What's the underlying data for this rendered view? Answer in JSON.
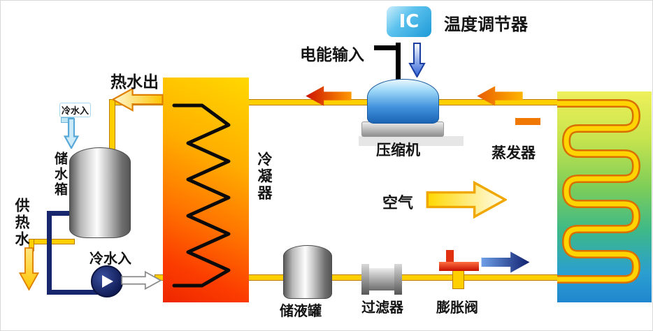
{
  "labels": {
    "ic": "IC",
    "temperature_controller": "温度调节器",
    "power_input": "电能输入",
    "compressor": "压缩机",
    "evaporator": "蒸发器",
    "condenser": "冷凝器",
    "air": "空气",
    "hot_water_out": "热水出",
    "cold_water_in_tank": "冷水入",
    "water_tank": "储水箱",
    "hot_water_supply": "供热水",
    "cold_water_in_pump": "冷水入",
    "liquid_receiver": "储液罐",
    "filter": "过滤器",
    "expansion_valve": "膨胀阀"
  },
  "colors": {
    "pipe": "#ffcf00",
    "pipe-border": "#bb7a00",
    "water": "#18266e",
    "ic": "#1e9ad6",
    "hot": "#dd1100",
    "warm": "#f07800",
    "cool": "#10206e"
  },
  "icons": {
    "hot_water_out_arrow": "hollow left arrow (yellow)",
    "hot_gas_arrow": "solid left arrow (red)",
    "vapor_arrow": "solid left arrow (orange)",
    "air_flow_arrow": "hollow right arrow (yellow)",
    "liquid_refrigerant_arrow": "solid right arrow (blue)",
    "pump_out_arrow": "hollow right arrow (white)",
    "hot_water_supply_arrow": "hollow down arrow (yellow)",
    "power_arrow": "hollow down arrow (blue)",
    "cold_water_arrow": "small down arrow (light blue)"
  }
}
